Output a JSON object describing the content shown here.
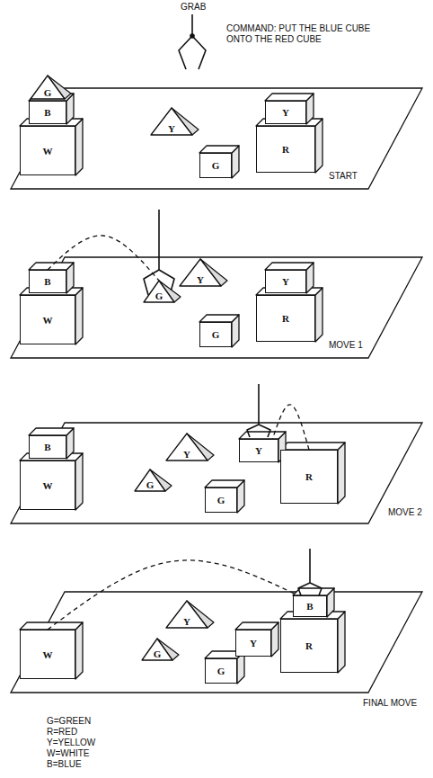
{
  "diagram": {
    "nodes": [
      {
        "text": [
          "G"
        ]
      },
      {
        "text": [
          "B"
        ]
      },
      {
        "text": [
          "W"
        ]
      },
      {
        "text": [
          "Y"
        ]
      },
      {
        "text": [
          "Y"
        ]
      },
      {
        "text": [
          "R"
        ]
      },
      {
        "text": [
          "G"
        ]
      },
      {
        "text": [
          "B"
        ]
      },
      {
        "text": [
          "W"
        ]
      },
      {
        "text": [
          "G"
        ]
      },
      {
        "text": [
          "Y"
        ]
      },
      {
        "text": [
          "Y"
        ]
      },
      {
        "text": [
          "R"
        ]
      },
      {
        "text": [
          "G"
        ]
      },
      {
        "text": [
          "B"
        ]
      },
      {
        "text": [
          "W"
        ]
      },
      {
        "text": [
          "Y"
        ]
      },
      {
        "text": [
          "G"
        ]
      },
      {
        "text": [
          "Y"
        ]
      },
      {
        "text": [
          "R"
        ]
      },
      {
        "text": [
          "G"
        ]
      },
      {
        "text": [
          "W"
        ]
      },
      {
        "text": [
          "Y"
        ]
      },
      {
        "text": [
          "G"
        ]
      },
      {
        "text": [
          "Y"
        ]
      },
      {
        "text": [
          "B"
        ]
      },
      {
        "text": [
          "R"
        ]
      },
      {
        "text": [
          "G"
        ]
      }
    ],
    "edges": [
      {
        "from": 7,
        "to": 9,
        "arrow": "none"
      },
      {
        "from": 19,
        "to": 18,
        "arrow": "none"
      },
      {
        "from": 21,
        "to": 25,
        "arrow": "none"
      }
    ],
    "labels": [
      "GRAB",
      "COMMAND: PUT THE BLUE CUBE ONTO THE RED CUBE",
      "START",
      "MOVE 1",
      "MOVE 2",
      "FINAL MOVE",
      "G=GREEN",
      "R=RED",
      "Y=YELLOW",
      "W=WHITE",
      "B=BLUE"
    ]
  }
}
